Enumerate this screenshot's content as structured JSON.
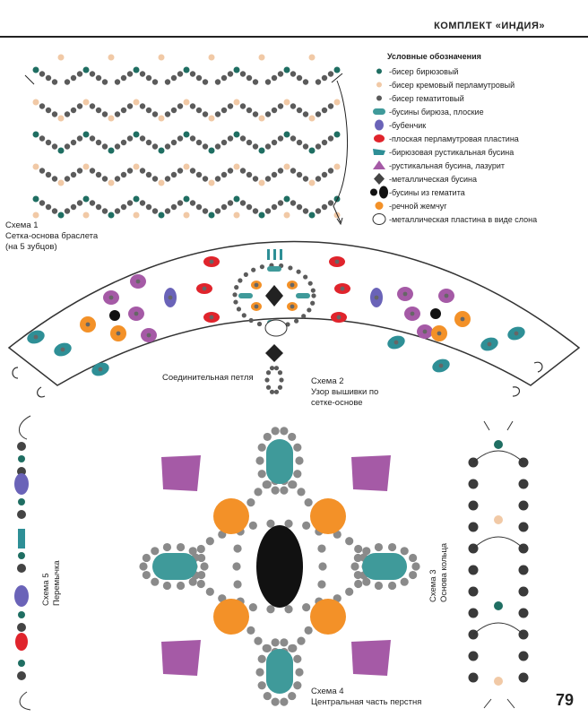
{
  "header": {
    "title": "КОМПЛЕКТ «ИНДИЯ»"
  },
  "legend": {
    "title": "Условные обозначения",
    "items": [
      {
        "label": "-бисер бирюзовый",
        "icon": "small-turquoise-bead-icon",
        "color": "#1f6e62"
      },
      {
        "label": "-бисер кремовый перламутровый",
        "icon": "small-cream-bead-icon",
        "color": "#f1c9a6"
      },
      {
        "label": "-бисер гематитовый",
        "icon": "small-hematite-bead-icon",
        "color": "#5b5b5b"
      },
      {
        "label": "-бусины бирюза, плоские",
        "icon": "flat-turquoise-bead-icon",
        "color": "#3f9a9a"
      },
      {
        "label": "-бубенчик",
        "icon": "bell-icon",
        "color": "#6a63b8"
      },
      {
        "label": "-плоская перламутровая пластина",
        "icon": "pearl-plate-icon",
        "color": "#e0242c"
      },
      {
        "label": "-бирюзовая рустикальная бусина",
        "icon": "rustic-turquoise-bead-icon",
        "color": "#2e8f96"
      },
      {
        "label": "-рустикальная бусина, лазурит",
        "icon": "lapis-bead-icon",
        "color": "#a55aa6"
      },
      {
        "label": "-металлическая бусина",
        "icon": "metal-bead-icon",
        "color": "#444444"
      },
      {
        "label": "-бусины из гематита",
        "icon": "hematite-bead-icon",
        "color": "#111111"
      },
      {
        "label": "-речной жемчуг",
        "icon": "river-pearl-icon",
        "color": "#f39128"
      },
      {
        "label": "-металлическая пластина в виде слона",
        "icon": "elephant-plate-icon",
        "color": "#ffffff"
      }
    ]
  },
  "captions": {
    "scheme1": [
      "Схема 1",
      "Сетка-основа браслета",
      "(на 5 зубцов)"
    ],
    "scheme2": [
      "Схема 2",
      "Узор вышивки по",
      "сетке-основе"
    ],
    "loop": "Соединительная петля",
    "scheme3": [
      "Схема 3",
      "Основа кольца"
    ],
    "scheme4": [
      "Схема 4",
      "Центральная часть перстня"
    ],
    "scheme5": [
      "Схема 5",
      "Перемычка"
    ]
  },
  "page_number": "79"
}
